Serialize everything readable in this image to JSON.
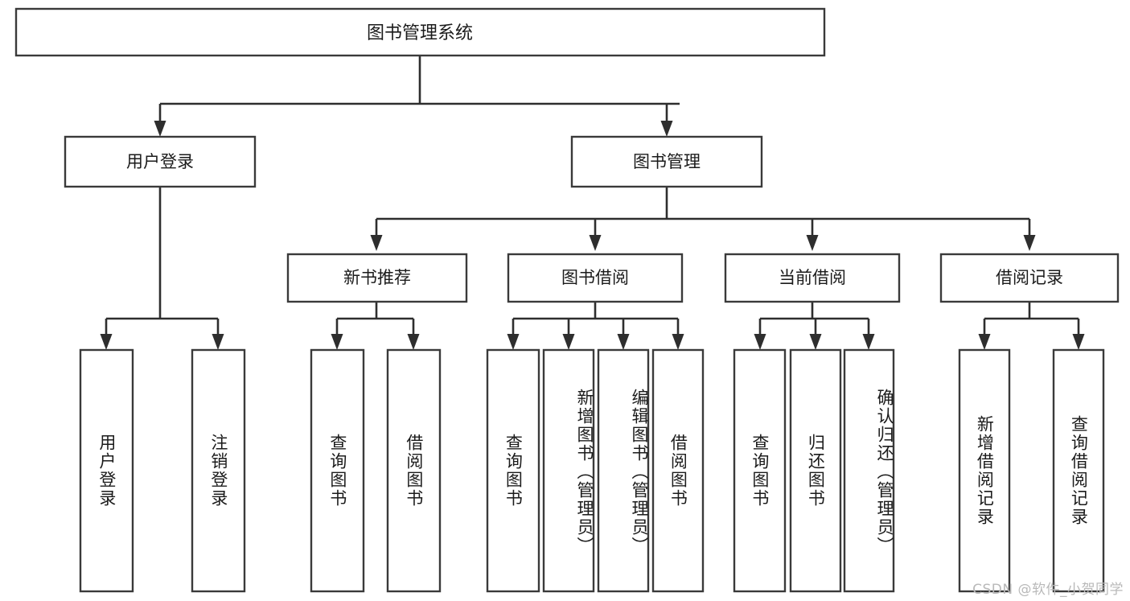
{
  "diagram": {
    "title": "图书管理系统",
    "root": {
      "id": "root",
      "label": "图书管理系统",
      "orientation": "horizontal"
    },
    "level2": [
      {
        "id": "user-login",
        "label": "用户登录",
        "orientation": "horizontal"
      },
      {
        "id": "book-manage",
        "label": "图书管理",
        "orientation": "horizontal"
      }
    ],
    "level3": [
      {
        "id": "new-book-recommend",
        "label": "新书推荐",
        "orientation": "horizontal",
        "parent": "book-manage"
      },
      {
        "id": "book-borrow",
        "label": "图书借阅",
        "orientation": "horizontal",
        "parent": "book-manage"
      },
      {
        "id": "current-borrow",
        "label": "当前借阅",
        "orientation": "horizontal",
        "parent": "book-manage"
      },
      {
        "id": "borrow-record",
        "label": "借阅记录",
        "orientation": "horizontal",
        "parent": "book-manage"
      }
    ],
    "leaves": [
      {
        "id": "leaf-user-login",
        "label": "用户登录",
        "parent": "user-login",
        "orientation": "vertical"
      },
      {
        "id": "leaf-user-logout",
        "label": "注销登录",
        "parent": "user-login",
        "orientation": "vertical"
      },
      {
        "id": "leaf-query-book-1",
        "label": "查询图书",
        "parent": "new-book-recommend",
        "orientation": "vertical"
      },
      {
        "id": "leaf-borrow-book-1",
        "label": "借阅图书",
        "parent": "new-book-recommend",
        "orientation": "vertical"
      },
      {
        "id": "leaf-query-book-2",
        "label": "查询图书",
        "parent": "book-borrow",
        "orientation": "vertical"
      },
      {
        "id": "leaf-add-book",
        "label": "新增图书（管理员）",
        "parent": "book-borrow",
        "orientation": "vertical"
      },
      {
        "id": "leaf-edit-book",
        "label": "编辑图书（管理员）",
        "parent": "book-borrow",
        "orientation": "vertical"
      },
      {
        "id": "leaf-borrow-book-2",
        "label": "借阅图书",
        "parent": "book-borrow",
        "orientation": "vertical"
      },
      {
        "id": "leaf-query-book-3",
        "label": "查询图书",
        "parent": "current-borrow",
        "orientation": "vertical"
      },
      {
        "id": "leaf-return-book",
        "label": "归还图书",
        "parent": "current-borrow",
        "orientation": "vertical"
      },
      {
        "id": "leaf-confirm-return",
        "label": "确认归还（管理员）",
        "parent": "current-borrow",
        "orientation": "vertical"
      },
      {
        "id": "leaf-add-record",
        "label": "新增借阅记录",
        "parent": "borrow-record",
        "orientation": "vertical"
      },
      {
        "id": "leaf-query-record",
        "label": "查询借阅记录",
        "parent": "borrow-record",
        "orientation": "vertical"
      }
    ],
    "colors": {
      "background": "#ffffff",
      "box_stroke": "#3a3a3a",
      "connector": "#2e2e2e",
      "text": "#1b1b1b",
      "watermark": "#b9b9b9"
    }
  },
  "watermark": {
    "text": "CSDN @软件_小贺同学"
  }
}
